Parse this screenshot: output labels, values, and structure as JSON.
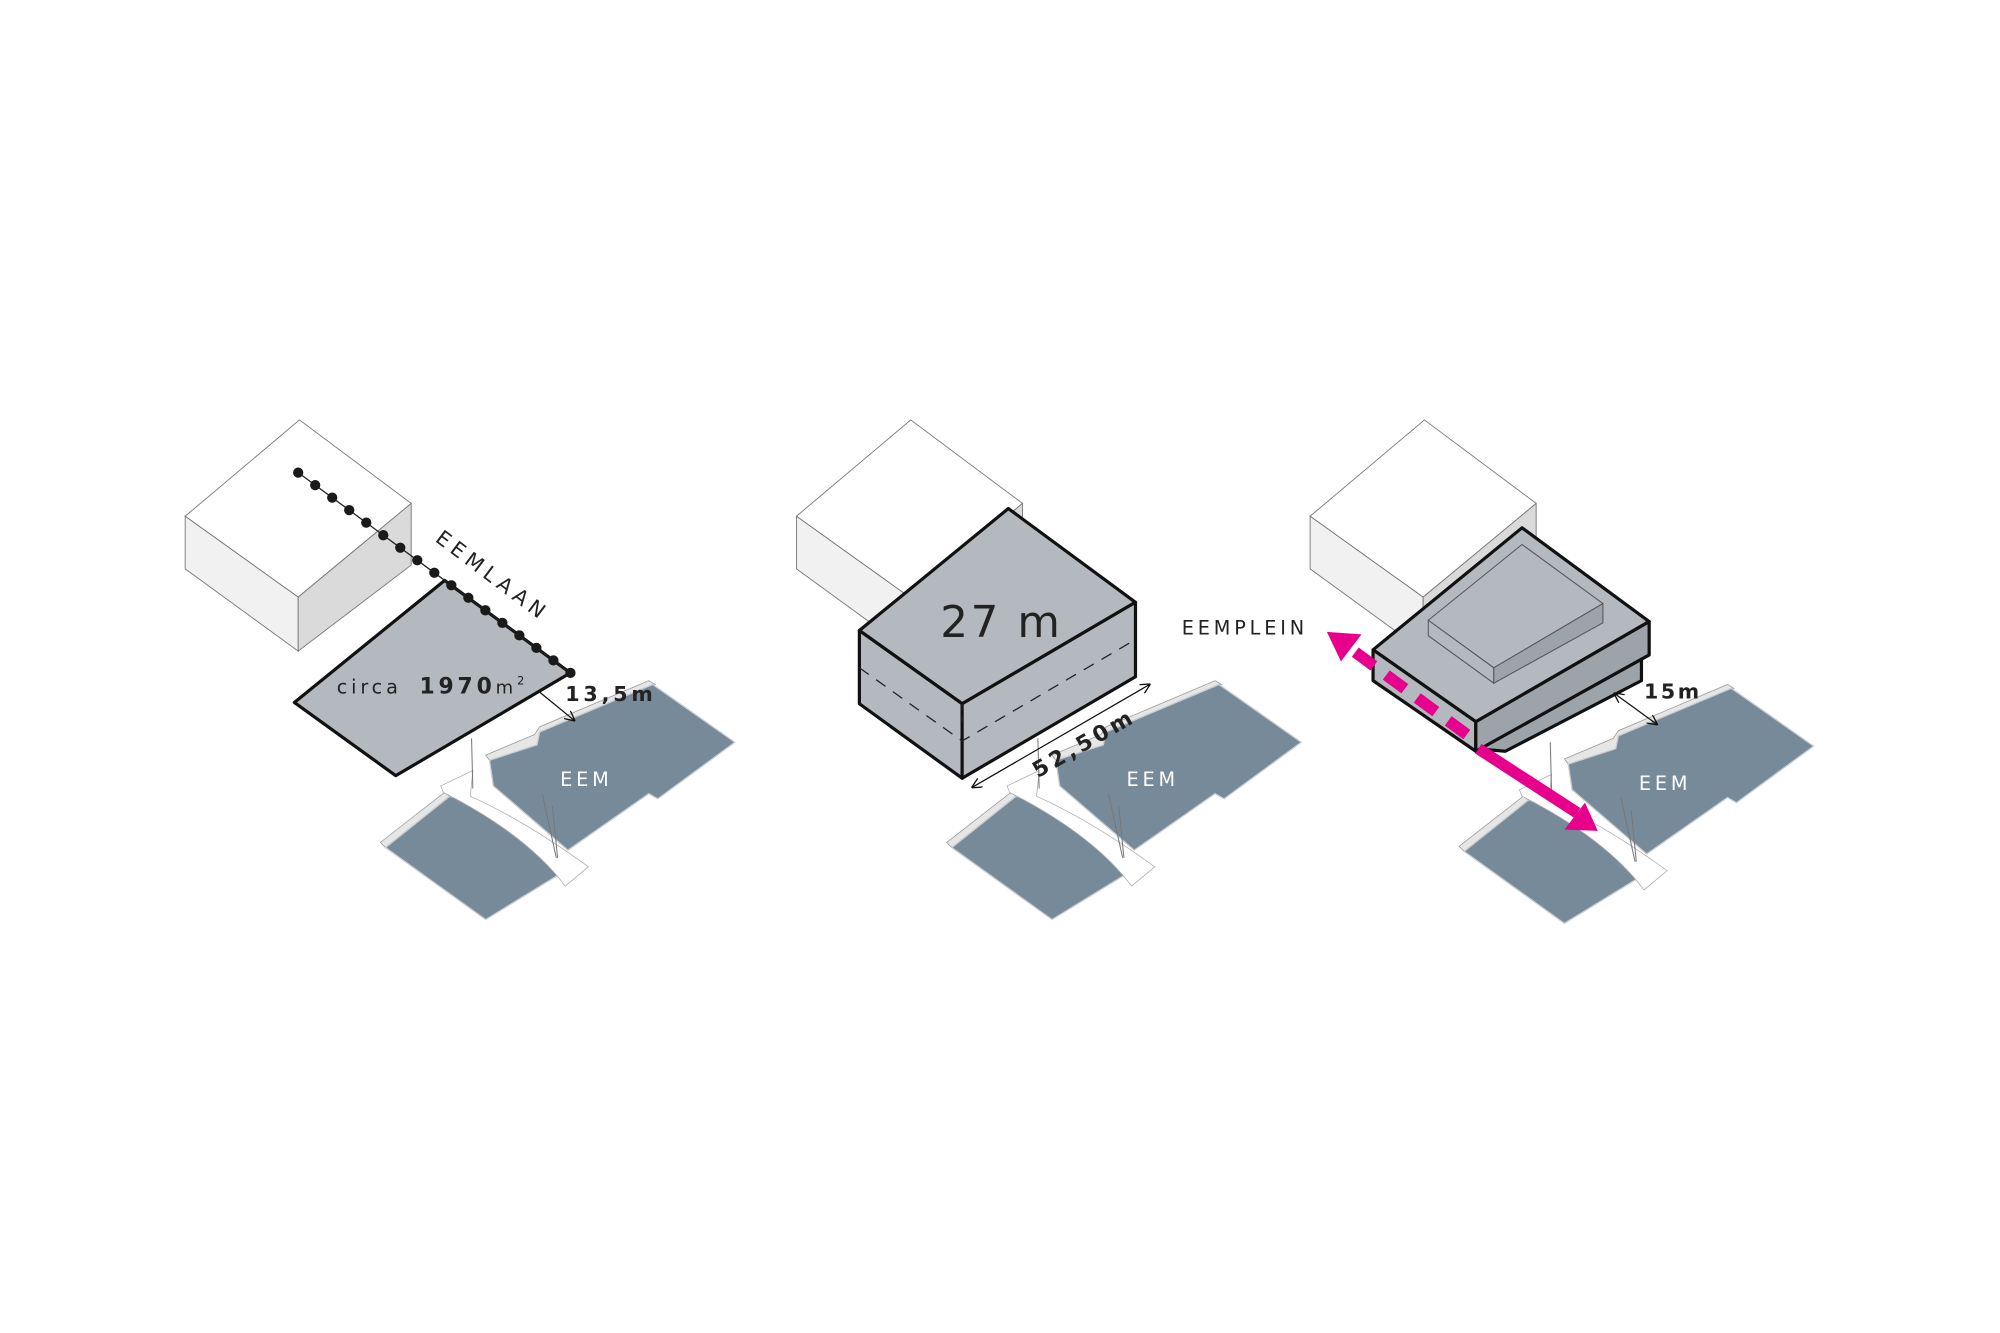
{
  "panels": [
    {
      "street_label": "EEMLAAN",
      "area_prefix": "circa",
      "area_value": "1970",
      "area_unit": "m",
      "area_exp": "2",
      "distance_label": "13,5m",
      "water_label": "EEM"
    },
    {
      "height_label": "27 m",
      "length_label": "52,50m",
      "water_label": "EEM"
    },
    {
      "square_label": "EEMPLEIN",
      "distance_label": "15m",
      "water_label": "EEM"
    }
  ],
  "colors": {
    "mass": "#b4b9bf",
    "water": "#778a9a",
    "route": "#e6008c"
  }
}
